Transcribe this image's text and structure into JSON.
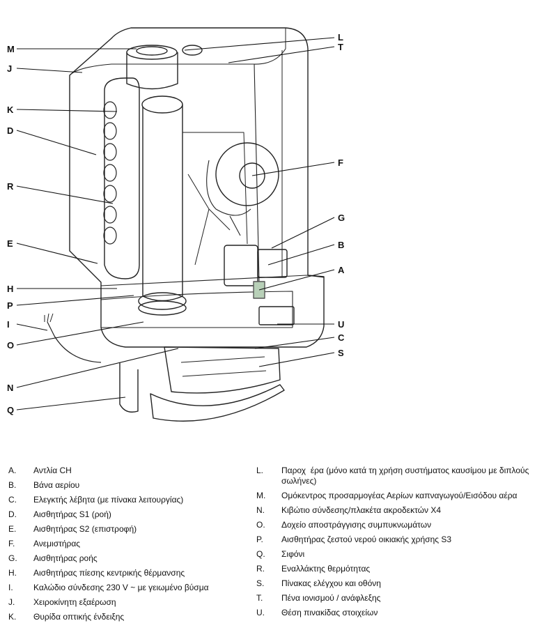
{
  "callouts": {
    "A": "A",
    "B": "B",
    "C": "C",
    "D": "D",
    "E": "E",
    "F": "F",
    "G": "G",
    "H": "H",
    "I": "I",
    "J": "J",
    "K": "K",
    "L": "L",
    "M": "M",
    "N": "N",
    "O": "O",
    "P": "P",
    "Q": "Q",
    "R": "R",
    "S": "S",
    "T": "T",
    "U": "U"
  },
  "legend": {
    "left": [
      {
        "letter": "A.",
        "text": "Αντλία CH"
      },
      {
        "letter": "B.",
        "text": "Βάνα αερίου"
      },
      {
        "letter": "C.",
        "text": "Ελεγκτής λέβητα (με πίνακα λειτουργίας)"
      },
      {
        "letter": "D.",
        "text": "Αισθητήρας S1 (ροή)"
      },
      {
        "letter": "E.",
        "text": "Αισθητήρας S2 (επιστροφή)"
      },
      {
        "letter": "F.",
        "text": "Ανεμιστήρας"
      },
      {
        "letter": "G.",
        "text": "Αισθητήρας ροής"
      },
      {
        "letter": "H.",
        "text": "Αισθητήρας πίεσης κεντρικής θέρμανσης"
      },
      {
        "letter": "I.",
        "text": "Καλώδιο σύνδεσης 230 V ~ με γειωμένο βύσμα"
      },
      {
        "letter": "J.",
        "text": "Χειροκίνητη εξαέρωση"
      },
      {
        "letter": "K.",
        "text": "Θυρίδα οπτικής ένδειξης"
      }
    ],
    "right": [
      {
        "letter": "L.",
        "text": "Παροχ  έρα (μόνο κατά τη χρήση συστήματος καυσίμου με διπλούς σωλήνες)"
      },
      {
        "letter": "M.",
        "text": "Ομόκεντρος προσαρμογέας Αερίων καπναγωγού/Εισόδου αέρα"
      },
      {
        "letter": "N.",
        "text": "Κιβώτιο σύνδεσης/πλακέτα ακροδεκτών X4"
      },
      {
        "letter": "O.",
        "text": "Δοχείο αποστράγγισης συμπυκνωμάτων"
      },
      {
        "letter": "P.",
        "text": "Αισθητήρας ζεστού νερού οικιακής χρήσης S3"
      },
      {
        "letter": "Q.",
        "text": "Σιφόνι"
      },
      {
        "letter": "R.",
        "text": "Εναλλάκτης θερμότητας"
      },
      {
        "letter": "S.",
        "text": "Πίνακας ελέγχου και οθόνη"
      },
      {
        "letter": "T.",
        "text": "Πένα ιονισμού / ανάφλεξης"
      },
      {
        "letter": "U.",
        "text": "Θέση πινακίδας στοιχείων"
      }
    ]
  }
}
